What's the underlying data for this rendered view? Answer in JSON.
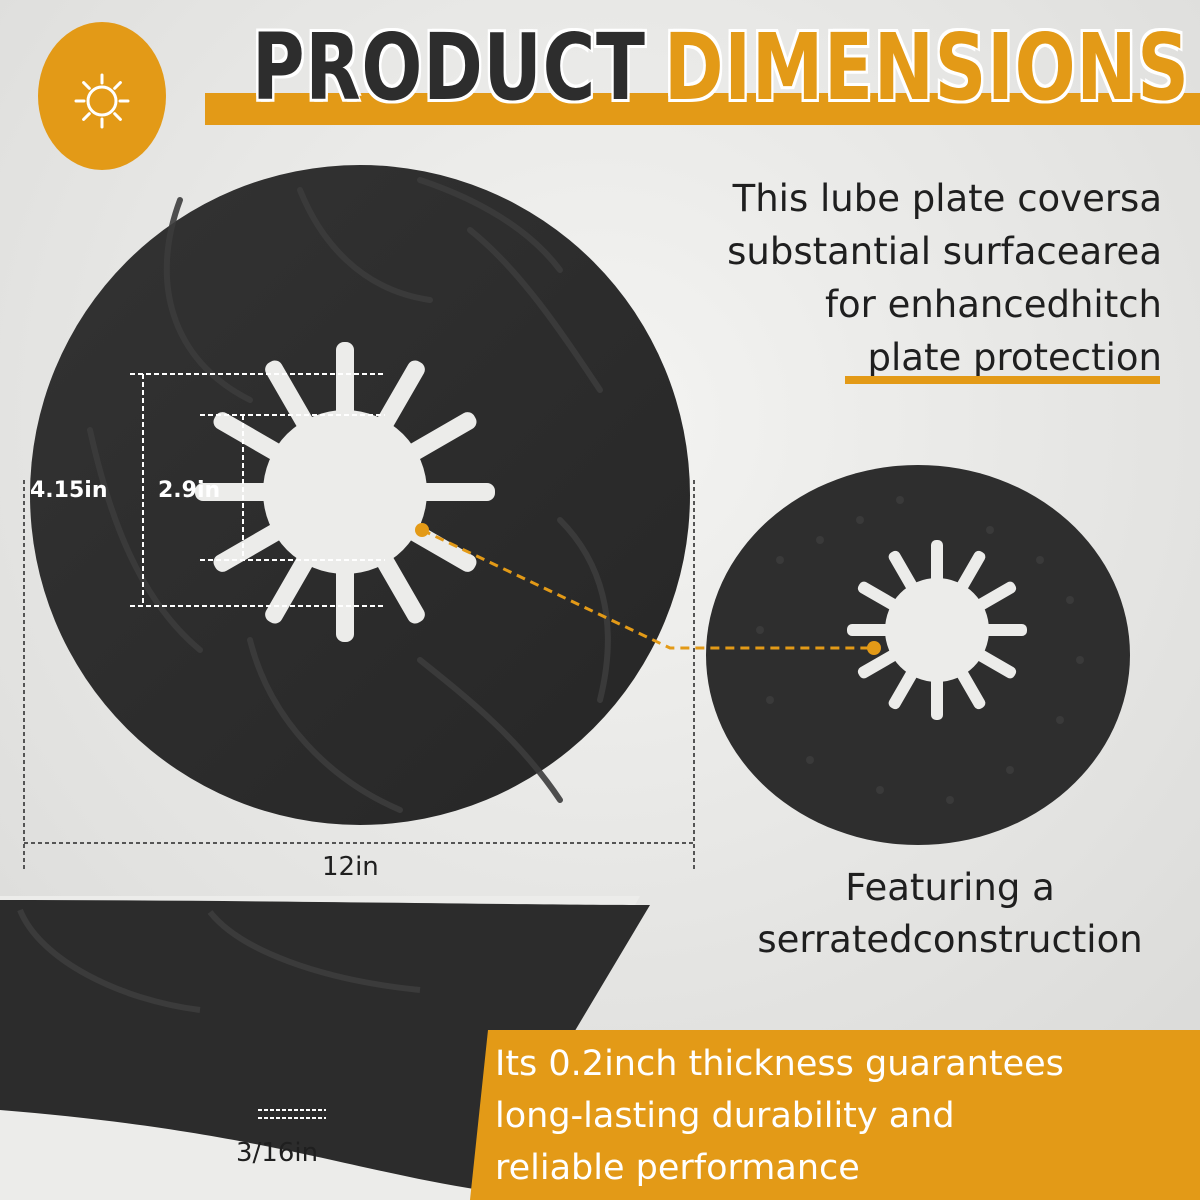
{
  "header": {
    "title_part1": "PRODUCT",
    "title_part2": "DIMENSIONS"
  },
  "description": {
    "lines": [
      "This lube plate coversa",
      "substantial surfacearea",
      "for enhancedhitch",
      "plate protection"
    ]
  },
  "dimensions": {
    "outer_hole": "4.15in",
    "inner_hole": "2.9in",
    "diameter": "12in",
    "thickness_label": "3/16in"
  },
  "feature": {
    "lines": [
      "Featuring a",
      "serratedconstruction"
    ]
  },
  "thickness_note": {
    "lines": [
      "Its 0.2inch thickness guarantees",
      "long-lasting durability and",
      "reliable performance"
    ]
  },
  "colors": {
    "accent": "#e39a17",
    "plate": "#2c2c2c",
    "background": "#ececea",
    "text": "#1f1f1f"
  },
  "icons": [
    "gear-icon"
  ]
}
